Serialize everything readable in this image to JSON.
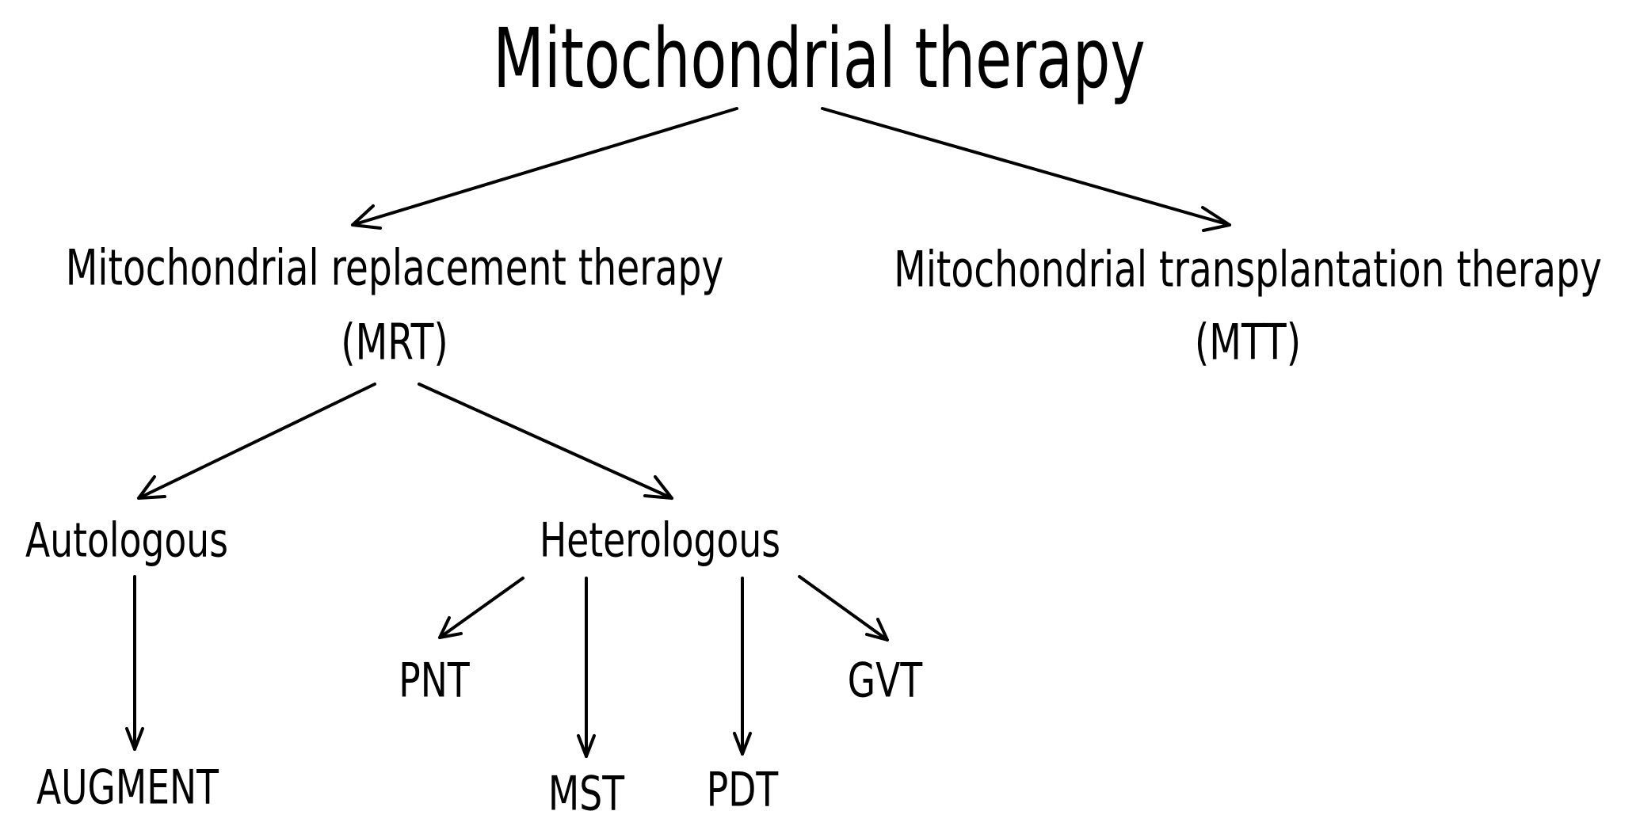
{
  "diagram": {
    "title": "Mitochondrial therapy",
    "nodes": {
      "mrt": {
        "line1": "Mitochondrial replacement therapy",
        "line2": "(MRT)"
      },
      "mtt": {
        "line1": "Mitochondrial transplantation therapy",
        "line2": "(MTT)"
      },
      "autologous": "Autologous",
      "heterologous": "Heterologous",
      "augment": "AUGMENT",
      "pnt": "PNT",
      "mst": "MST",
      "pdt": "PDT",
      "gvt": "GVT"
    },
    "edges": [
      {
        "from": "Mitochondrial therapy",
        "to": "MRT"
      },
      {
        "from": "Mitochondrial therapy",
        "to": "MTT"
      },
      {
        "from": "MRT",
        "to": "Autologous"
      },
      {
        "from": "MRT",
        "to": "Heterologous"
      },
      {
        "from": "Autologous",
        "to": "AUGMENT"
      },
      {
        "from": "Heterologous",
        "to": "PNT"
      },
      {
        "from": "Heterologous",
        "to": "MST"
      },
      {
        "from": "Heterologous",
        "to": "PDT"
      },
      {
        "from": "Heterologous",
        "to": "GVT"
      }
    ]
  }
}
